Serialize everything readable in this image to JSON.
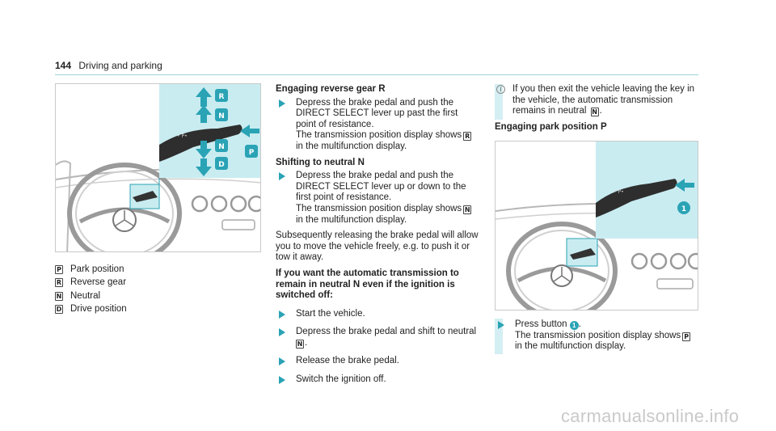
{
  "header": {
    "page_number": "144",
    "title": "Driving and parking"
  },
  "figure1": {
    "gear_labels": [
      "R",
      "N",
      "N",
      "D",
      "P"
    ]
  },
  "legend": [
    {
      "key": "P",
      "label": "Park position"
    },
    {
      "key": "R",
      "label": "Reverse gear"
    },
    {
      "key": "N",
      "label": "Neutral"
    },
    {
      "key": "D",
      "label": "Drive position"
    }
  ],
  "reverse": {
    "heading": "Engaging reverse gear R",
    "step1_a": "Depress the brake pedal and push the DIRECT SELECT lever up past the first point of resistance.",
    "step1_b": "The transmission position display shows",
    "step1_key": "R",
    "step1_c": "in the multifunction display."
  },
  "neutral": {
    "heading": "Shifting to neutral N",
    "step1_a": "Depress the brake pedal and push the DIRECT SELECT lever up or down to the first point of resistance.",
    "step1_b": "The transmission position display shows",
    "step1_key": "N",
    "step1_c": "in the multifunction display.",
    "paragraph": "Subsequently releasing the brake pedal will allow you to move the vehicle freely, e.g. to push it or tow it away.",
    "subheading": "If you want the automatic transmission to remain in neutral N even if the ignition is switched off:",
    "steps": [
      "Start the vehicle.",
      "Depress the brake pedal and shift to neutral",
      "Release the brake pedal.",
      "Switch the ignition off."
    ],
    "step2_key": "N"
  },
  "note": {
    "text_a": "If you then exit the vehicle leaving the key in the vehicle, the automatic transmission remains in neutral",
    "key": "N"
  },
  "park": {
    "heading": "Engaging park position P",
    "step_a": "Press button",
    "callout": "1",
    "step_b": "The transmission position display shows",
    "step_key": "P",
    "step_c": "in the multifunction display."
  },
  "watermark": "carmanualsonline.info",
  "colors": {
    "accent": "#2aa3b5",
    "panel": "#c9ecf1",
    "rule": "#9bd3dc"
  }
}
